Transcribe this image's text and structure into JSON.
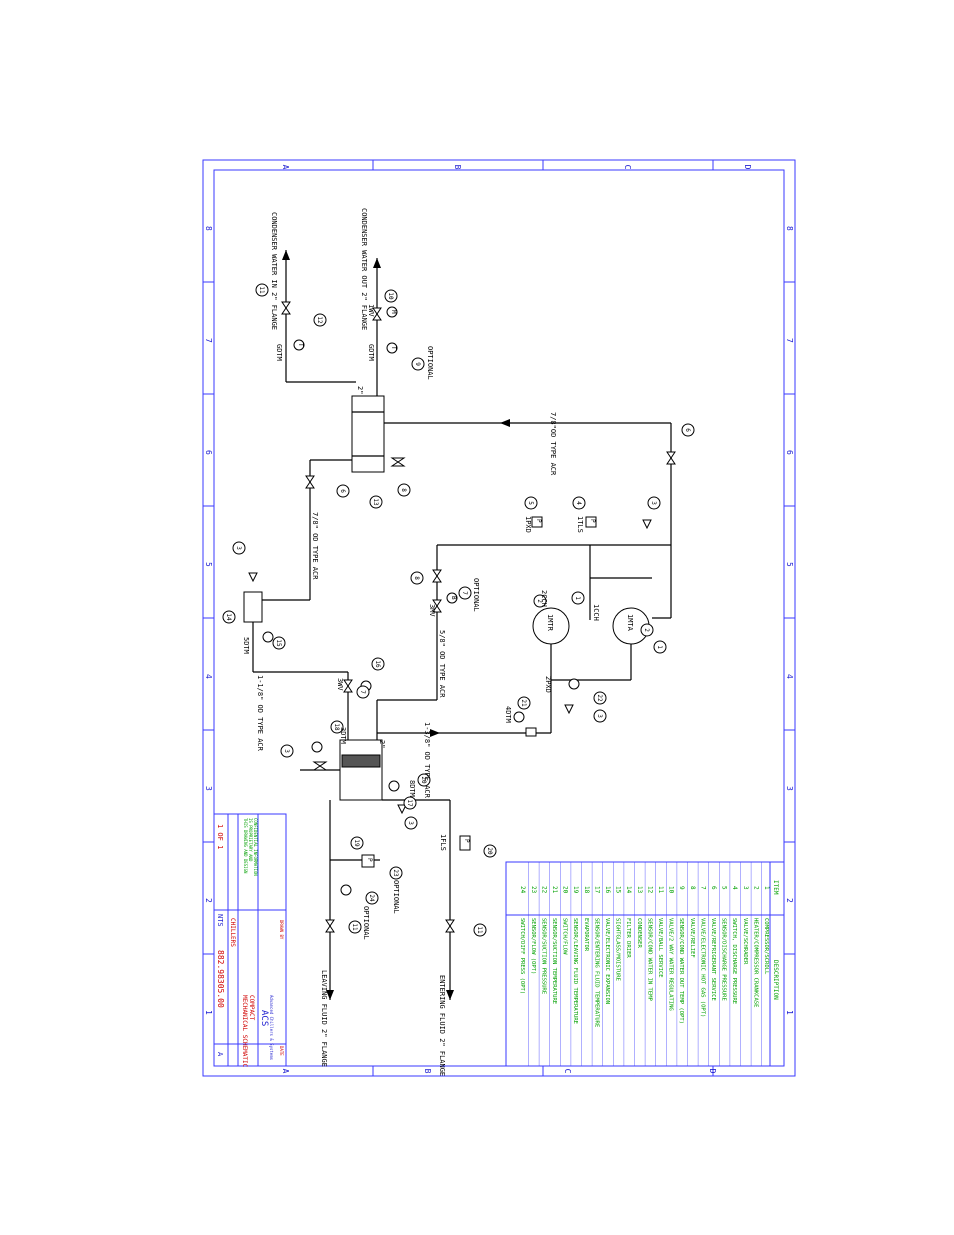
{
  "sheet": {
    "zone_letters_top": [
      "A",
      "B",
      "C",
      "D"
    ],
    "zone_letters_bottom": [
      "A",
      "B",
      "C",
      "D"
    ],
    "zone_numbers_left": [
      "8",
      "7",
      "6",
      "5",
      "4",
      "3",
      "2",
      "1"
    ],
    "zone_numbers_right": [
      "8",
      "7",
      "6",
      "5",
      "4",
      "3",
      "2",
      "1"
    ]
  },
  "connections": {
    "condenser_in": "CONDENSER WATER IN 2\" FLANGE",
    "condenser_out": "CONDENSER WATER OUT 2\" FLANGE",
    "leaving_fluid": "LEAVING FLUID 2\" FLANGE",
    "entering_fluid": "ENTERING FLUID 2\" FLANGE"
  },
  "pipes": {
    "p1": "7/8\"OD TYPE ACR",
    "p2": "7/8\" OD TYPE ACR",
    "p3": "5/8\" OD TYPE ACR",
    "p4": "1-1/8\" OD TYPE ACR",
    "p5": "1-3/8\" OD TYPE ACR",
    "size_2in": "2\""
  },
  "tags": {
    "optional": "OPTIONAL",
    "gdtm": "GDTM",
    "ipxd": "1PXD",
    "itls": "1TLS",
    "ltls": "1FLS",
    "ipxd2": "2PXD",
    "iptm": "4DTM",
    "sdtm": "5DTM",
    "hcr": "2CCH",
    "lcr": "1CCH",
    "cmp1": "1MTR",
    "cmp2": "1MTA",
    "hwv": "1WV",
    "wv3": "3MV",
    "wv5": "3WV",
    "tdtm": "3DTM",
    "edtm": "8DTM",
    "p_sym": "P",
    "t_sym": "T",
    "m_sym": "M",
    "b_sym": "B"
  },
  "legend": {
    "headers": [
      "ITEM",
      "DESCRIPTION"
    ],
    "rows": [
      [
        "1",
        "COMPRESSOR/SCROLL"
      ],
      [
        "2",
        "HEATER/COMPRESSOR CRANKCASE"
      ],
      [
        "3",
        "VALVE/SCHRADER"
      ],
      [
        "4",
        "SWITCH, DISCHARGE PRESSURE"
      ],
      [
        "5",
        "SENSOR/DISCHARGE PRESSURE"
      ],
      [
        "6",
        "VALVE/REFRIGERANT SERVICE"
      ],
      [
        "7",
        "VALVE/ELECTRONIC HOT GAS (OPT)"
      ],
      [
        "8",
        "VALVE/RELIEF"
      ],
      [
        "9",
        "SENSOR/COND WATER OUT TEMP (OPT)"
      ],
      [
        "10",
        "VALVE/2 WAY WATER REGULATING"
      ],
      [
        "11",
        "VALVE/BALL SERVICE"
      ],
      [
        "12",
        "SENSOR/COND WATER IN TEMP"
      ],
      [
        "13",
        "CONDENSER"
      ],
      [
        "14",
        "FILTER DRIER"
      ],
      [
        "15",
        "SIGHTGLASS/MOISTURE"
      ],
      [
        "16",
        "VALVE/ELECTRONIC EXPANSION"
      ],
      [
        "17",
        "SENSOR/ENTERING FLUID TEMPERATURE"
      ],
      [
        "18",
        "EVAPORATOR"
      ],
      [
        "19",
        "SENSOR/LEAVING FLUID TEMPERATURE"
      ],
      [
        "20",
        "SWITCH/FLOW"
      ],
      [
        "21",
        "SENSOR/SUCTION TEMPERATURE"
      ],
      [
        "22",
        "SENSOR/SUCTION PRESSURE"
      ],
      [
        "23",
        "SENSOR/FLOW (OPT)"
      ],
      [
        "24",
        "SWITCH/DIFF PRESS (OPT)"
      ]
    ]
  },
  "title_block": {
    "company": "ACS",
    "company_suffix": "Advanced Chillers & Systems",
    "title": "MECHANICAL SCHEMATIC",
    "model": "COMPACT",
    "product": "CHILLERS",
    "scale": "NTS",
    "drawing_no": "882.98305.00",
    "sheet_label": "1 OF 1",
    "rev": "A",
    "date_label": "DATE",
    "drawn_by": "DRAWN BY",
    "notes": [
      "THIS DRAWING AND DESIGN",
      "IS PROPRIETARY AND",
      "CONFIDENTIAL INFORMATION"
    ]
  },
  "colors": {
    "frame": "#3a3aff",
    "legend_text": "#00a000",
    "title_red": "#d00000",
    "title_blue": "#2020d0"
  }
}
